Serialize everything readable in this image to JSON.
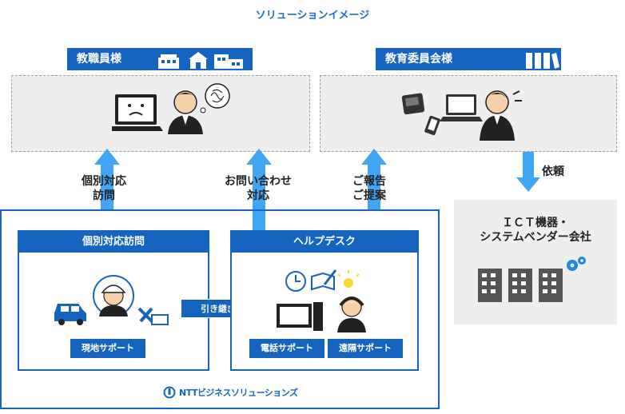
{
  "title": "ソリューションイメージ",
  "staff": {
    "label": "教職員様"
  },
  "board": {
    "label": "教育委員会様"
  },
  "arrows": {
    "visit": [
      "個別対応",
      "訪問"
    ],
    "inquiry": [
      "お問い合わせ",
      "対応"
    ],
    "report": [
      "ご報告",
      "ご提案"
    ],
    "request": "依頼"
  },
  "vendor": {
    "lines": [
      "ＩＣＴ機器・",
      "システムベンダー会社"
    ]
  },
  "visit_panel": {
    "label": "個別対応訪問",
    "button": "現地サポート"
  },
  "helpdesk_panel": {
    "label": "ヘルプデスク",
    "phone_button": "電話サポート",
    "remote_button": "遠隔サポート"
  },
  "handover": "引き継ぎ",
  "logo": {
    "text": "NTTビジネスソリューションズ"
  },
  "colors": {
    "primary": "#1565c0",
    "arrow": "#42a5f5",
    "box": "#eeeeee",
    "building": "#555555"
  }
}
